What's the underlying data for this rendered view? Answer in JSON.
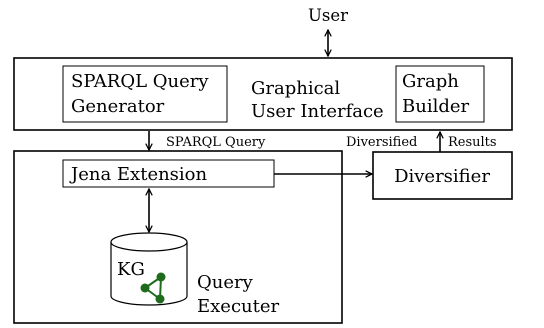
{
  "user_label": "User",
  "gui": {
    "label_line1": "Graphical",
    "label_line2": "User Interface",
    "sparql_generator": {
      "line1": "SPARQL Query",
      "line2": "Generator"
    },
    "graph_builder": {
      "line1": "Graph",
      "line2": "Builder"
    }
  },
  "edges": {
    "sparql_query": "SPARQL Query",
    "diversified": "Diversified",
    "results": "Results"
  },
  "executer": {
    "jena_extension": "Jena Extension",
    "kg_label": "KG",
    "label_line1": "Query",
    "label_line2": "Executer"
  },
  "diversifier": "Diversifier",
  "colors": {
    "kg_nodes": "#1e6b1e",
    "stroke": "#000000"
  }
}
